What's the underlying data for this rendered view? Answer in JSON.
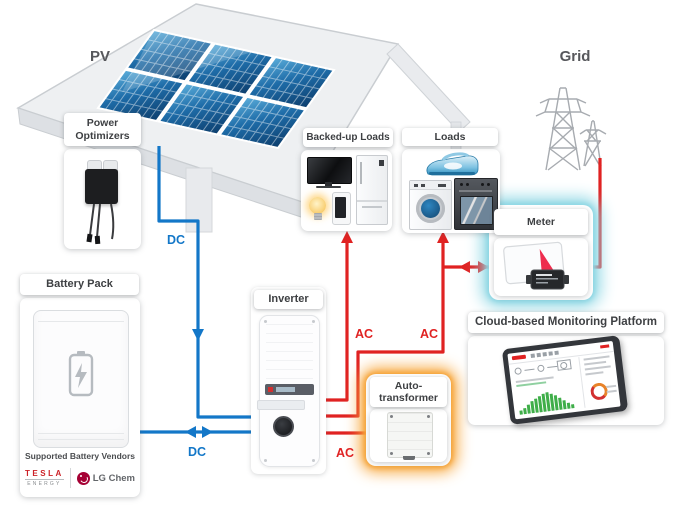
{
  "diagram": {
    "area_labels": {
      "pv": "PV",
      "grid": "Grid"
    },
    "flow_labels": {
      "dc_pv": "DC",
      "dc_battery": "DC",
      "ac_backed_up": "AC",
      "ac_loads": "AC",
      "ac_transformer": "AC"
    },
    "colors": {
      "dc_blue": "#1377c8",
      "ac_red": "#e02222",
      "meter_glow": "#8ed7e4",
      "transformer_glow": "#f7a63b",
      "chart_green": "#3fae49",
      "panel_dark": "#0d3e6d",
      "panel_light": "#5badda",
      "tesla_red": "#cc2127",
      "lg_crimson": "#a50034"
    },
    "boxes": {
      "power_optimizers": {
        "title": "Power Optimizers"
      },
      "battery_pack": {
        "title": "Battery Pack",
        "footer": "Supported Battery Vendors",
        "vendors": {
          "tesla_word": "TESLA",
          "tesla_sub": "ENERGY",
          "lg_word": "LG Chem"
        }
      },
      "inverter": {
        "title": "Inverter"
      },
      "backed_up_loads": {
        "title": "Backed-up Loads",
        "icons": [
          "tv",
          "light-bulb",
          "smartphone",
          "refrigerator"
        ]
      },
      "loads": {
        "title": "Loads",
        "icons": [
          "iron",
          "washing-machine",
          "oven"
        ]
      },
      "meter": {
        "title": "Meter"
      },
      "auto_transformer": {
        "title": "Auto-transformer"
      },
      "cloud_platform": {
        "title": "Cloud-based Monitoring Platform",
        "chart_bars": [
          4,
          6,
          9,
          12,
          14,
          16,
          18,
          19,
          17,
          15,
          12,
          9,
          6,
          4
        ]
      }
    }
  }
}
